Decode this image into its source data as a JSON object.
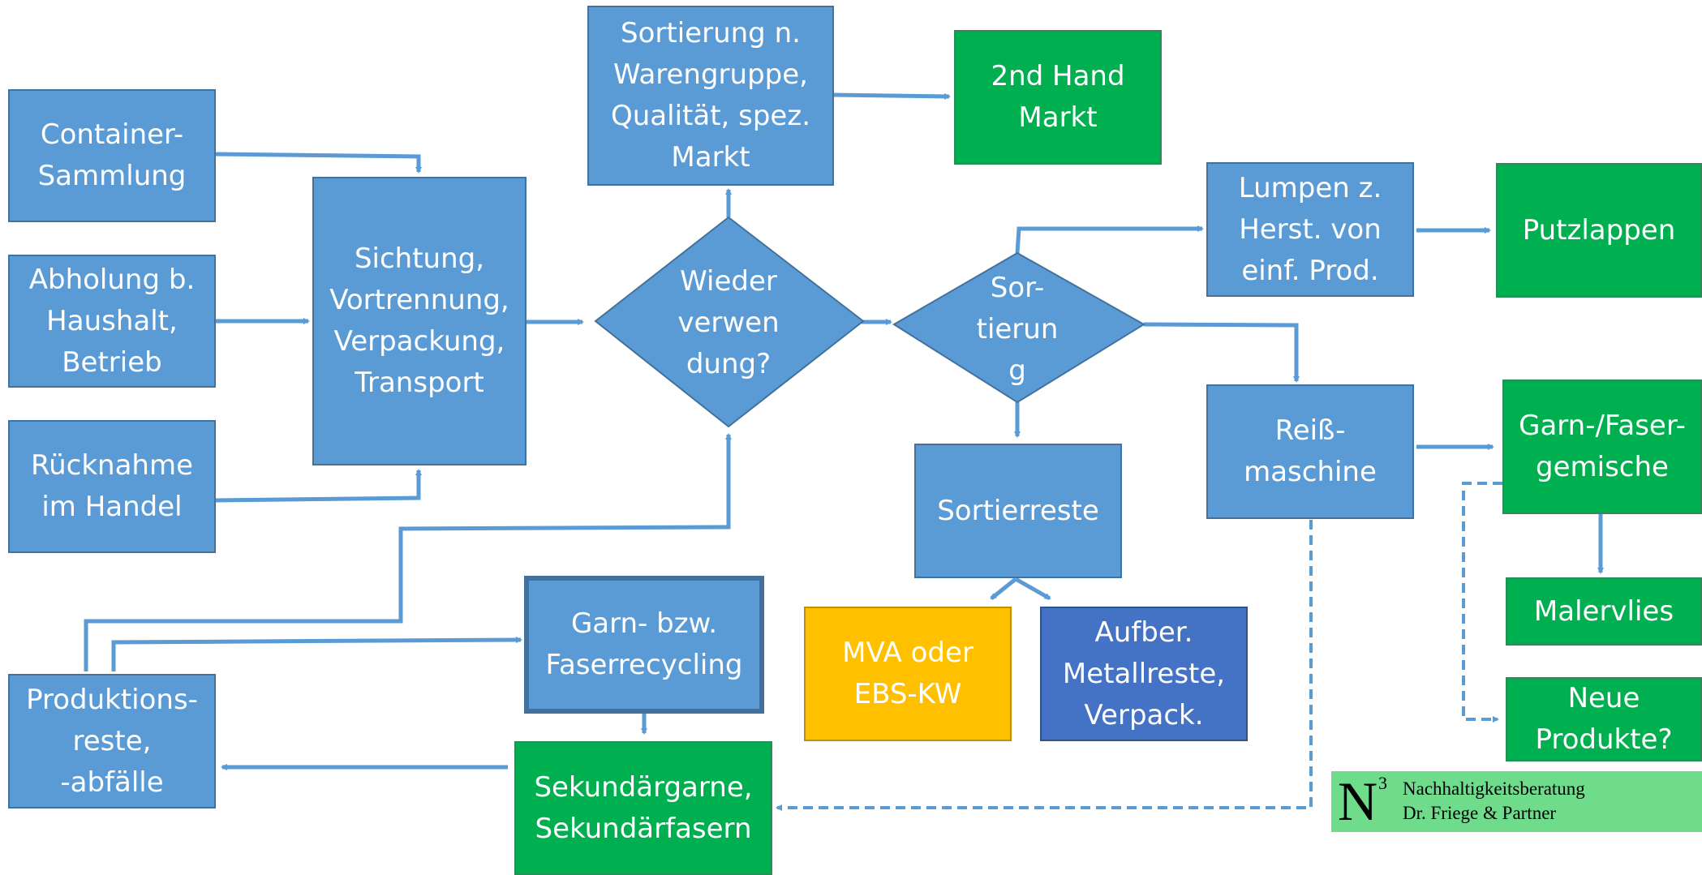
{
  "nodes": {
    "container": "Container-\nSammlung",
    "abholung": "Abholung b.\nHaushalt,\nBetrieb",
    "ruecknahme": "Rücknahme\nim Handel",
    "sichtung": "Sichtung,\nVortrennung,\nVerpackung,\nTransport",
    "wiederverwendung": "Wieder\nverwen\ndung?",
    "sortierung_markt": "Sortierung n.\nWarengruppe,\nQualität, spez.\nMarkt",
    "second_hand": "2nd Hand\nMarkt",
    "sortierung": "Sor-\ntierun\ng",
    "lumpen": "Lumpen z.\nHerst. von\neinf. Prod.",
    "putzlappen": "Putzlappen",
    "reiss": "Reiß-\nmaschine",
    "garn_faser_gemische": "Garn-/Faser-\ngemische",
    "malervlies": "Malervlies",
    "neue_produkte": "Neue\nProdukte?",
    "sortierreste": "Sortierreste",
    "mva": "MVA oder\nEBS-KW",
    "aufber": "Aufber.\nMetallreste,\nVerpack.",
    "garn_recycling": "Garn- bzw.\nFaserrecycling",
    "sekundaer": "Sekundärgarne,\nSekundärfasern",
    "produktionsreste": "Produktions-\nreste,\n-abfälle"
  },
  "logo": {
    "mark": "N",
    "superscript": "3",
    "line1": "Nachhaltigkeitsberatung",
    "line2": "Dr. Friege & Partner"
  },
  "colors": {
    "process_blue": "#5b9bd5",
    "output_green": "#00b050",
    "disposal_yellow": "#ffc000",
    "recovery_dark_blue": "#4472c4",
    "arrow": "#5b9bd5",
    "logo_bg": "#6fdc8c"
  }
}
